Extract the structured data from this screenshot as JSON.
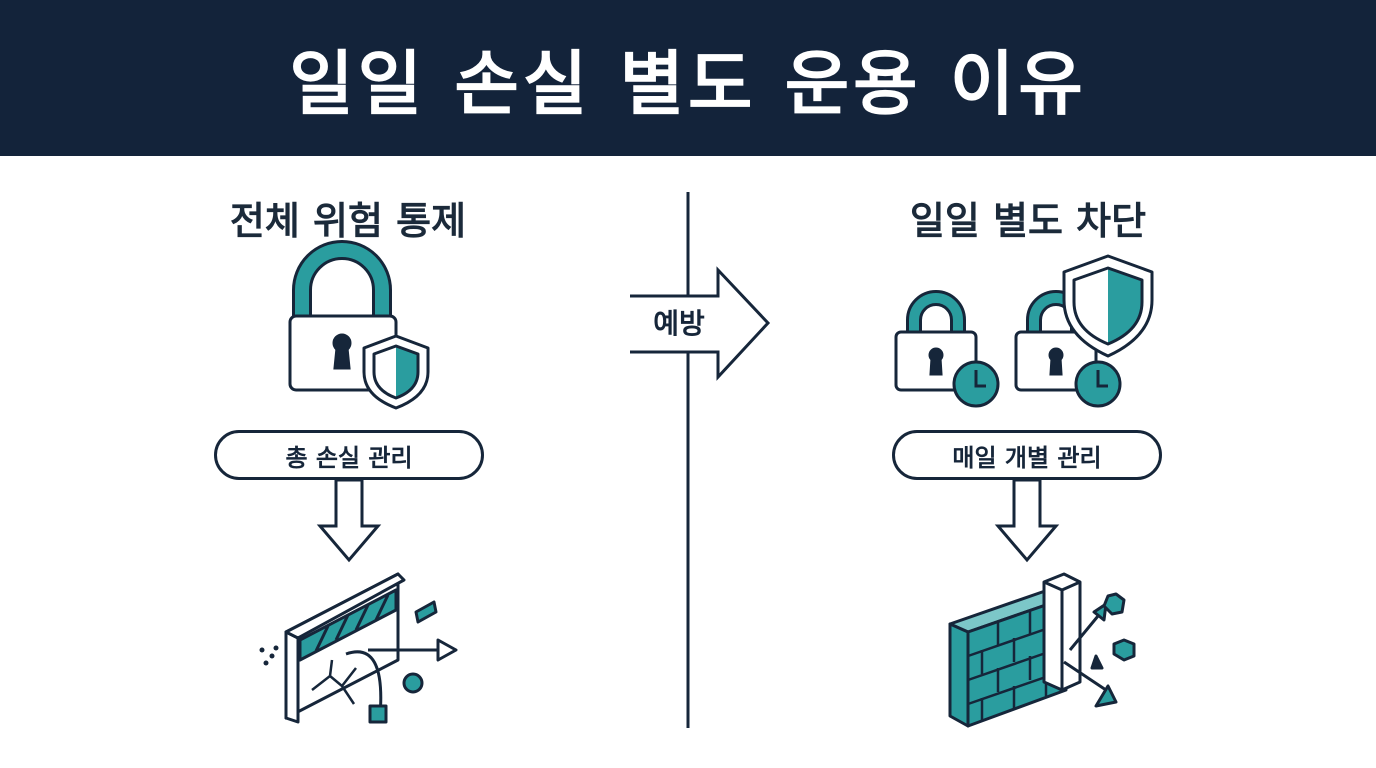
{
  "title": "일일 손실 별도 운용 이유",
  "left": {
    "heading": "전체 위험 통제",
    "pill_label": "총 손실 관리",
    "icons": [
      "padlock-icon",
      "shield-icon",
      "broken-barrier-icon"
    ]
  },
  "center": {
    "arrow_label": "예방"
  },
  "right": {
    "heading": "일일 별도 차단",
    "pill_label": "매일 개별 관리",
    "icons": [
      "timed-padlock-icon",
      "timed-padlock-icon",
      "shield-icon",
      "brick-wall-icon"
    ]
  },
  "colors": {
    "header_bg": "#13233a",
    "accent_teal": "#2a9d9f",
    "ink": "#16263a"
  }
}
